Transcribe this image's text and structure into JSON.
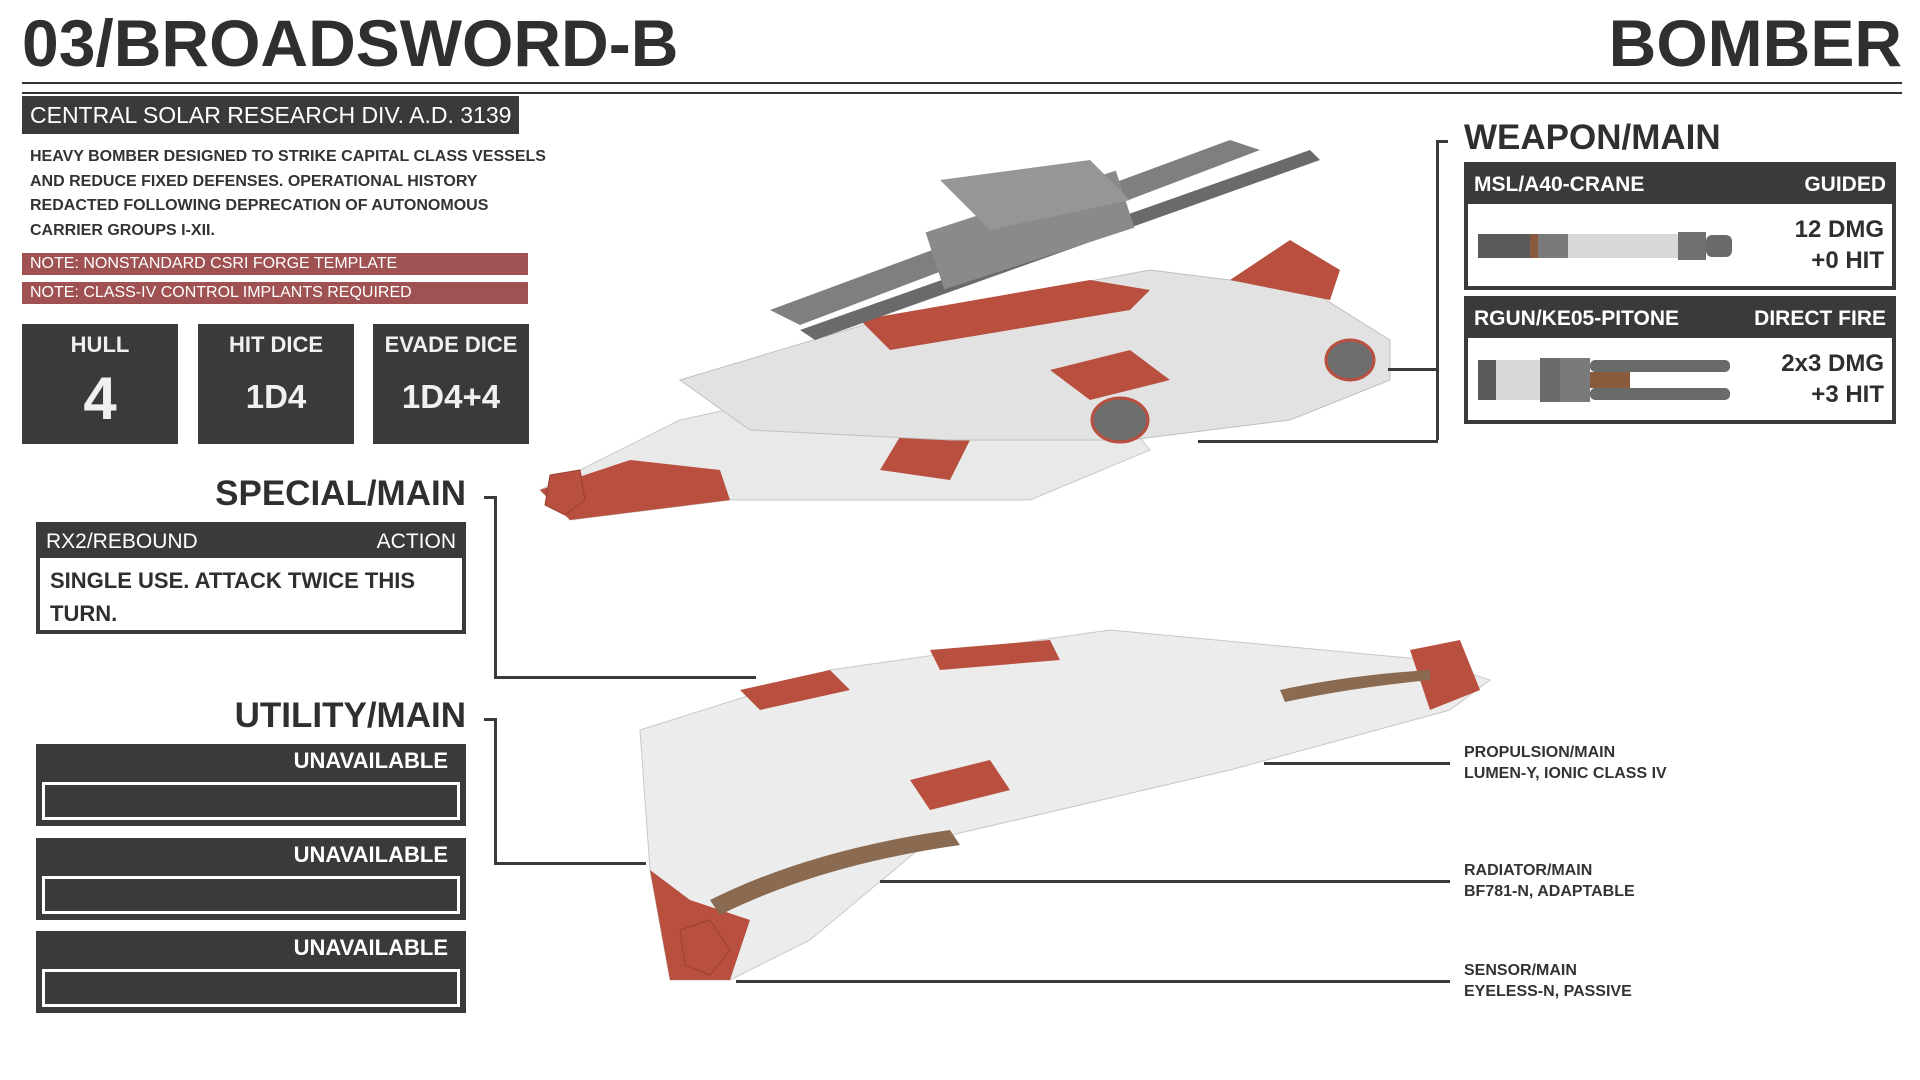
{
  "header": {
    "designation": "03/BROADSWORD-B",
    "class": "BOMBER"
  },
  "info": {
    "organization": "CENTRAL SOLAR RESEARCH DIV. A.D. 3139",
    "description": "HEAVY BOMBER DESIGNED TO STRIKE CAPITAL CLASS VESSELS AND REDUCE FIXED DEFENSES. OPERATIONAL HISTORY REDACTED FOLLOWING DEPRECATION OF AUTONOMOUS CARRIER GROUPS I-XII.",
    "notes": [
      "NOTE: NONSTANDARD CSRI FORGE TEMPLATE",
      "NOTE: CLASS-IV CONTROL IMPLANTS REQUIRED"
    ]
  },
  "stats": [
    {
      "label": "HULL",
      "value": "4"
    },
    {
      "label": "HIT DICE",
      "value": "1D4"
    },
    {
      "label": "EVADE DICE",
      "value": "1D4+4"
    }
  ],
  "special": {
    "heading": "SPECIAL/MAIN",
    "name": "RX2/REBOUND",
    "type": "ACTION",
    "text": "SINGLE USE. ATTACK TWICE THIS TURN."
  },
  "utility": {
    "heading": "UTILITY/MAIN",
    "slots": [
      "UNAVAILABLE",
      "UNAVAILABLE",
      "UNAVAILABLE"
    ]
  },
  "weapons": {
    "heading": "WEAPON/MAIN",
    "items": [
      {
        "name": "MSL/A40-CRANE",
        "type": "GUIDED",
        "damage": "12 DMG",
        "hit": "+0 HIT"
      },
      {
        "name": "RGUN/KE05-PITONE",
        "type": "DIRECT FIRE",
        "damage": "2x3 DMG",
        "hit": "+3 HIT"
      }
    ]
  },
  "callouts": [
    {
      "title": "PROPULSION/MAIN",
      "detail": "LUMEN-Y, IONIC CLASS IV"
    },
    {
      "title": "RADIATOR/MAIN",
      "detail": "BF781-N, ADAPTABLE"
    },
    {
      "title": "SENSOR/MAIN",
      "detail": "EYELESS-N, PASSIVE"
    }
  ],
  "colors": {
    "accent_red": "#b9503f",
    "panel_dark": "#3a3a3a",
    "note_red": "#a05253",
    "hull_white": "#e9e9e9"
  }
}
